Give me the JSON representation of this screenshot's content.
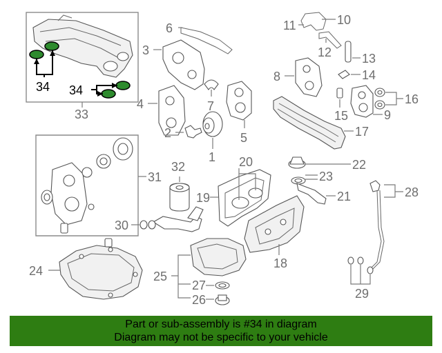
{
  "callouts": {
    "c1": "1",
    "c2": "2",
    "c3": "3",
    "c4": "4",
    "c5": "5",
    "c6": "6",
    "c7": "7",
    "c8": "8",
    "c9": "9",
    "c10": "10",
    "c11": "11",
    "c12": "12",
    "c13": "13",
    "c14": "14",
    "c15": "15",
    "c16": "16",
    "c17": "17",
    "c18": "18",
    "c19": "19",
    "c20": "20",
    "c21": "21",
    "c22": "22",
    "c23": "23",
    "c24": "24",
    "c25": "25",
    "c26": "26",
    "c27": "27",
    "c28": "28",
    "c29": "29",
    "c30": "30",
    "c31": "31",
    "c32": "32",
    "c33": "33",
    "c34a": "34",
    "c34b": "34"
  },
  "highlight_color": "#2e8b2e",
  "banner": {
    "line1": "Part or sub-assembly is #34 in diagram",
    "line2": "Diagram may not be specific to your vehicle",
    "color": "#2e7d12"
  }
}
